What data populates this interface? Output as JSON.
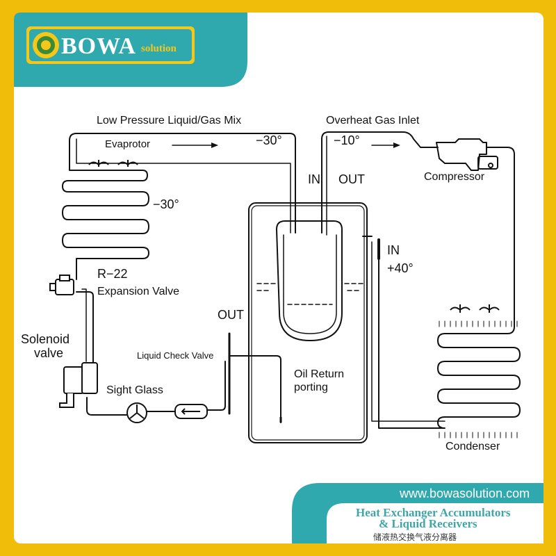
{
  "brand": {
    "name": "BOWA",
    "suffix": "solution",
    "colors": {
      "teal": "#2fa9ad",
      "gold": "#f0be0a",
      "card": "#ffffff"
    }
  },
  "diagram": {
    "labels": {
      "low_pressure_mix": "Low Pressure Liquid/Gas Mix",
      "overheat_inlet": "Overheat Gas Inlet",
      "evaporator": "Evaprotor",
      "temp_evap_top": "−30°",
      "temp_evap_side": "−30°",
      "temp_outlet": "−10°",
      "compressor": "Compressor",
      "accumulator_in": "IN",
      "accumulator_out": "OUT",
      "condenser_in": "IN",
      "temp_condenser": "+40°",
      "refrigerant": "R−22",
      "expansion_valve": "Expansion Valve",
      "solenoid_line1": "Solenoid",
      "solenoid_line2": "valve",
      "receiver_out": "OUT",
      "liquid_check_valve": "Liquid Check Valve",
      "oil_return_line1": "Oil Return",
      "oil_return_line2": "porting",
      "sight_glass": "Sight Glass",
      "condenser": "Condenser"
    }
  },
  "footer": {
    "website": "www.bowasolution.com",
    "title_line1": "Heat Exchanger Accumulators",
    "title_line2": "& Liquid Receivers",
    "title_cn": "储液热交换气液分离器"
  }
}
